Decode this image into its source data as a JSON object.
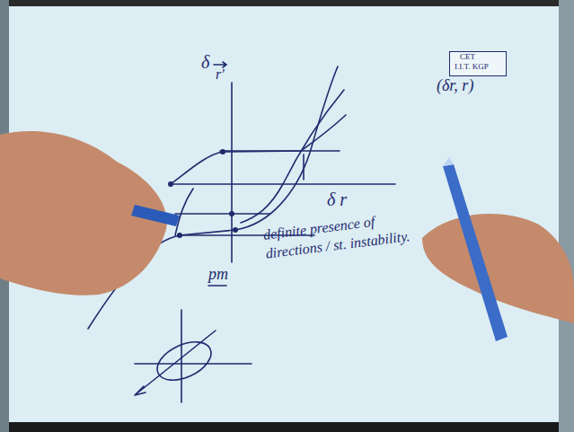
{
  "diagram": {
    "labels": [
      "CET",
      "I.I.T. KGP",
      "(δr, r)",
      "δ",
      "r'",
      "δ r",
      "pm",
      "definite presence of directions / st. instability."
    ]
  }
}
